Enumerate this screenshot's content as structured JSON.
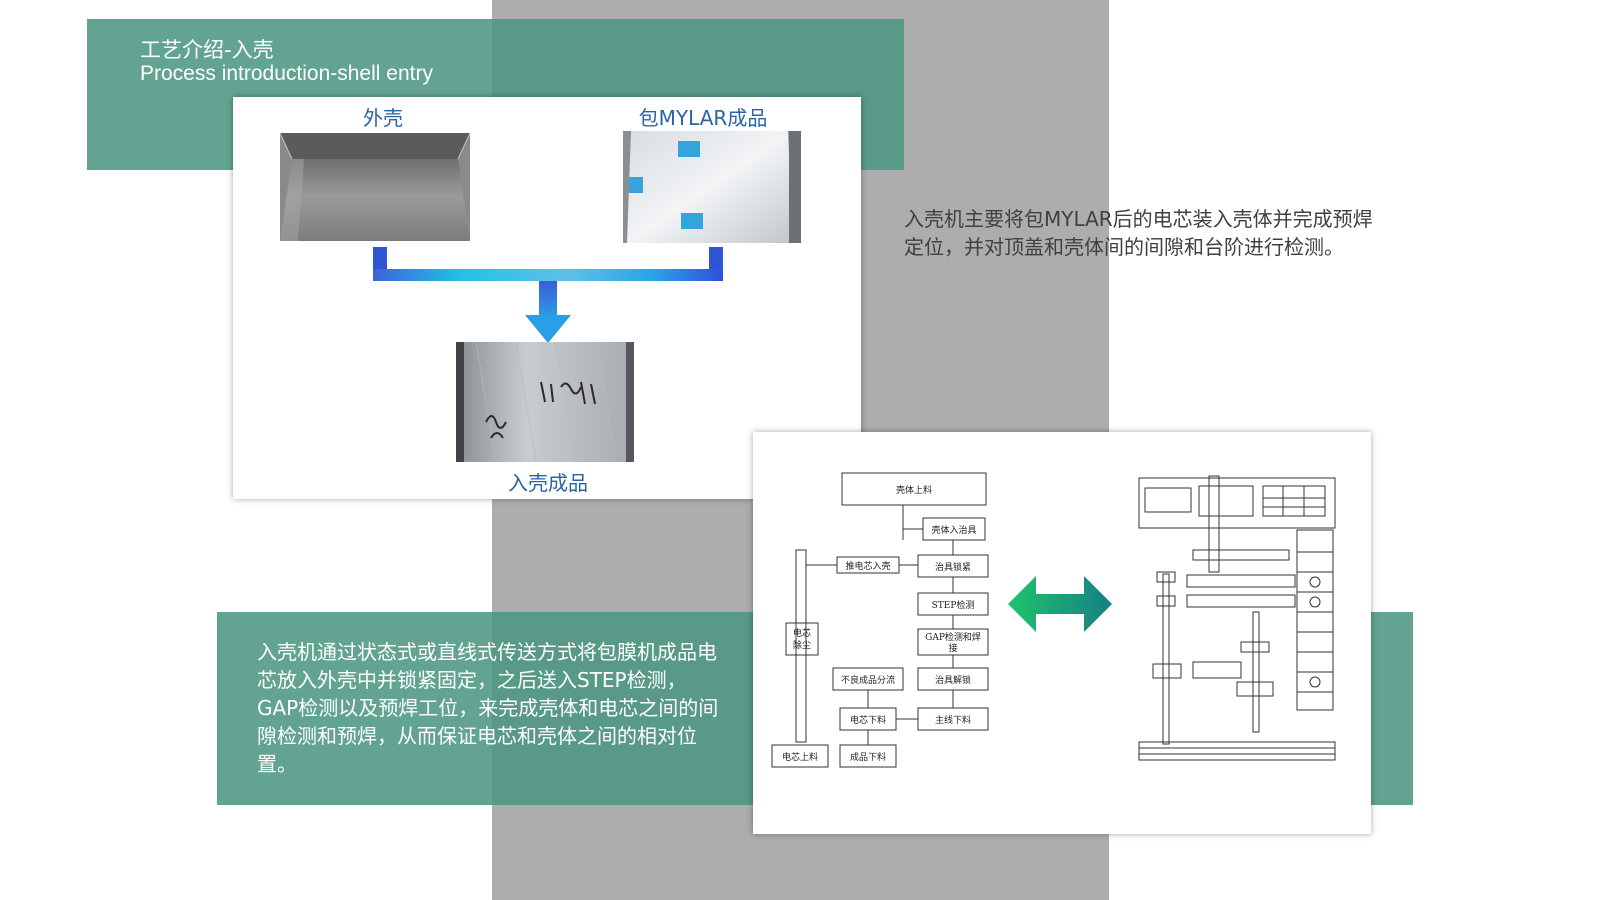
{
  "title": {
    "cn": "工艺介绍-入壳",
    "en": "Process introduction-shell entry"
  },
  "images": {
    "shell_label": "外壳",
    "mylar_label": "包MYLAR成品",
    "result_label": "入壳成品"
  },
  "description_right": "入壳机主要将包MYLAR后的电芯装入壳体并完成预焊定位，并对顶盖和壳体间的间隙和台阶进行检测。",
  "description_bottom": "入壳机通过状态式或直线式传送方式将包膜机成品电芯放入外壳中并锁紧固定，之后送入STEP检测，GAP检测以及预焊工位，来完成壳体和电芯之间的间隙检测和预焊，从而保证电芯和壳体之间的相对位置。",
  "flowchart": {
    "shell_feed": "壳体上料",
    "shell_into_fixture": "壳体入治具",
    "push_cell": "推电芯入壳",
    "fixture_lock": "治具锁紧",
    "step_check": "STEP检测",
    "gap_check_line1": "GAP检测和焊",
    "gap_check_line2": "接",
    "cell_dust_line1": "电芯",
    "cell_dust_line2": "除尘",
    "ng_sort": "不良成品分流",
    "fixture_unlock": "治具解锁",
    "cell_unload": "电芯下料",
    "main_unload": "主线下料",
    "cell_feed": "电芯上料",
    "product_unload": "成品下料"
  },
  "colors": {
    "teal": "#4d9682",
    "gray_band": "#adadad",
    "label_blue": "#2a64a6"
  }
}
